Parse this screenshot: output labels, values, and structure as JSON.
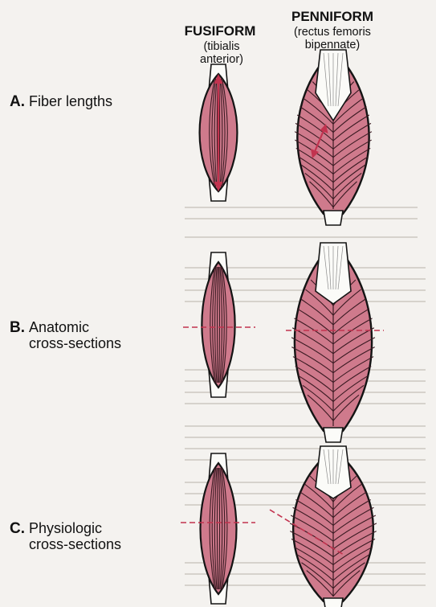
{
  "columns": [
    {
      "title": "FUSIFORM",
      "subtitle_lines": [
        "(tibialis",
        "anterior)"
      ]
    },
    {
      "title": "PENNIFORM",
      "subtitle_lines": [
        "(rectus femoris",
        "bipennate)"
      ]
    }
  ],
  "rows": [
    {
      "letter": "A.",
      "lines": [
        "Fiber lengths"
      ]
    },
    {
      "letter": "B.",
      "lines": [
        "Anatomic",
        "cross-sections"
      ]
    },
    {
      "letter": "C.",
      "lines": [
        "Physiologic",
        "cross-sections"
      ]
    }
  ],
  "colors": {
    "muscle": "#cf7a8c",
    "fiber": "#3a1a22",
    "outline": "#141414",
    "tendon": "#fbfbf8",
    "marker": "#c2334f",
    "background": "#f4f2ef"
  }
}
